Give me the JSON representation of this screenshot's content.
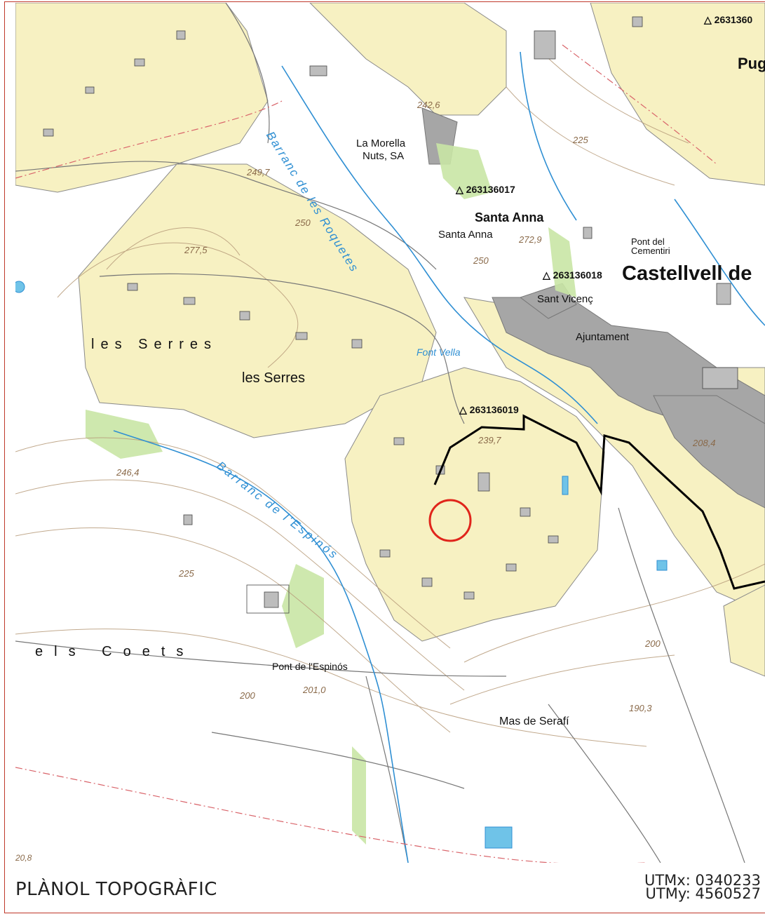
{
  "footer": {
    "title": "PLÀNOL TOPOGRÀFIC",
    "utm_x": "UTMx: 0340233",
    "utm_y": "UTMy: 4560527"
  },
  "map": {
    "colors": {
      "urban": "#f7f1c2",
      "dense_urban": "#a6a6a6",
      "vegetation": "#c9e6a5",
      "water": "#2f8fd3",
      "contour": "#b79b7a",
      "boundary": "#000000",
      "site_marker": "#e0251b",
      "red_line": "#d9646a"
    },
    "labels": {
      "castellvell": "Castellvell de",
      "pug": "Pug",
      "la_morella": "La Morella",
      "nuts_sa": "Nuts, SA",
      "santa_anna_big": "Santa Anna",
      "santa_anna_small": "Santa Anna",
      "pont_cementiri_1": "Pont del",
      "pont_cementiri_2": "Cementiri",
      "sant_vicenc": "Sant Vicenç",
      "ajuntament": "Ajuntament",
      "font_vella": "Font Vella",
      "les_serres_spaced": "les Serres",
      "les_serres": "les Serres",
      "els_coets": "els Coets",
      "pont_espinos": "Pont de l'Espinós",
      "mas_serafi": "Mas de Serafí",
      "barranc_roquetes": "Barranc de les Roquetes",
      "barranc_espinos": "Barranc de l'Espinós"
    },
    "geodesic_points": [
      {
        "id": "vertex-263136017",
        "code": "263136017"
      },
      {
        "id": "vertex-263136018",
        "code": "263136018"
      },
      {
        "id": "vertex-263136019",
        "code": "263136019"
      },
      {
        "id": "vertex-263136-top",
        "code": "2631360"
      }
    ],
    "elevations": {
      "e_277_5": "277,5",
      "e_249_7": "249,7",
      "e_250a": "250",
      "e_250b": "250",
      "e_242_6": "242,6",
      "e_225a": "225",
      "e_272_9": "272,9",
      "e_239_7": "239,7",
      "e_246_4": "246,4",
      "e_225b": "225",
      "e_200a": "200",
      "e_201_0": "201,0",
      "e_200b": "200",
      "e_190_3": "190,3",
      "e_20_8": "20,8",
      "e_208_4": "208,4"
    }
  }
}
